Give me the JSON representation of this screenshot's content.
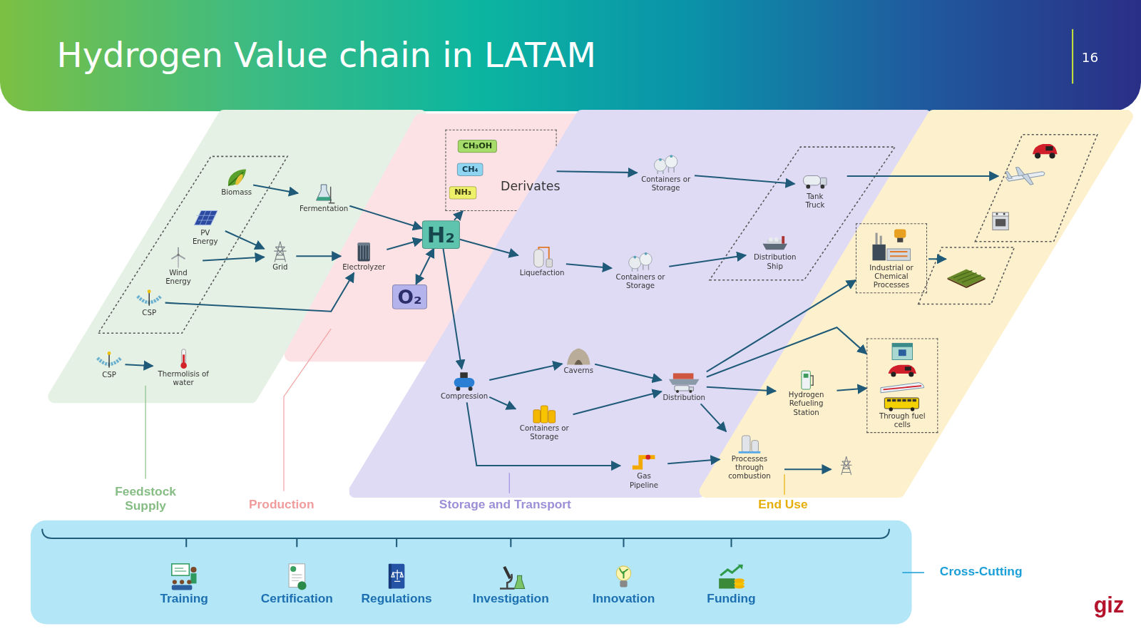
{
  "diagram": {
    "title": "Hydrogen Value chain in LATAM",
    "nodes": [
      {
        "text": [
          "Feedstock Supply"
        ]
      },
      {
        "text": [
          "Production"
        ]
      },
      {
        "text": [
          "Storage and Transport"
        ]
      },
      {
        "text": [
          "End Use"
        ]
      },
      {
        "text": [
          "Biomass"
        ],
        "in": 0
      },
      {
        "text": [
          "PV Energy"
        ],
        "in": 0
      },
      {
        "text": [
          "Wind Energy"
        ],
        "in": 0
      },
      {
        "text": [
          "CSP"
        ],
        "in": 0
      },
      {
        "text": [
          "CSP"
        ],
        "in": 0
      },
      {
        "text": [
          "Thermolisis of water"
        ],
        "in": 0
      },
      {
        "text": [
          "Fermentation"
        ],
        "in": 0
      },
      {
        "text": [
          "Grid"
        ],
        "in": 0
      },
      {
        "text": [
          "Electrolyzer"
        ],
        "in": 1
      },
      {
        "text": [
          "H₂"
        ],
        "in": 1
      },
      {
        "text": [
          "O₂"
        ],
        "in": 1
      },
      {
        "text": [
          "Derivates"
        ],
        "in": 1
      },
      {
        "text": [
          "CH₃OH"
        ],
        "in": 15
      },
      {
        "text": [
          "CH₄"
        ],
        "in": 15
      },
      {
        "text": [
          "NH₃"
        ],
        "in": 15
      },
      {
        "text": [
          "Containers or Storage"
        ],
        "in": 2
      },
      {
        "text": [
          "Liquefaction"
        ],
        "in": 2
      },
      {
        "text": [
          "Containers or Storage"
        ],
        "in": 2
      },
      {
        "text": [
          "Compression"
        ],
        "in": 2
      },
      {
        "text": [
          "Caverns"
        ],
        "in": 2
      },
      {
        "text": [
          "Containers or Storage"
        ],
        "in": 2
      },
      {
        "text": [
          "Gas Pipeline"
        ],
        "in": 2
      },
      {
        "text": [
          "Distribution"
        ],
        "in": 2
      },
      {
        "text": [
          "Tank Truck"
        ],
        "in": 2
      },
      {
        "text": [
          "Distribution Ship"
        ],
        "in": 2
      },
      {
        "text": [
          "Industrial or Chemical Processes"
        ],
        "in": 3
      },
      {
        "text": [
          "Hydrogen Refueling Station"
        ],
        "in": 3
      },
      {
        "text": [
          "Through fuel cells"
        ],
        "in": 3
      },
      {
        "text": [
          "Processes through combustion"
        ],
        "in": 3
      },
      {
        "text": [
          "Cross-Cutting"
        ]
      },
      {
        "text": [
          "Training"
        ],
        "in": 33
      },
      {
        "text": [
          "Certification"
        ],
        "in": 33
      },
      {
        "text": [
          "Regulations"
        ],
        "in": 33
      },
      {
        "text": [
          "Investigation"
        ],
        "in": 33
      },
      {
        "text": [
          "Innovation"
        ],
        "in": 33
      },
      {
        "text": [
          "Funding"
        ],
        "in": 33
      }
    ],
    "edges": [
      {
        "from": 4,
        "to": 10,
        "arrow": "to"
      },
      {
        "from": 5,
        "to": 11,
        "arrow": "to"
      },
      {
        "from": 6,
        "to": 11,
        "arrow": "to"
      },
      {
        "from": 7,
        "to": 12,
        "arrow": "to"
      },
      {
        "from": 10,
        "to": 13,
        "arrow": "to"
      },
      {
        "from": 11,
        "to": 12,
        "arrow": "to"
      },
      {
        "from": 12,
        "to": 13,
        "arrow": "to"
      },
      {
        "from": 13,
        "to": 14,
        "arrow": "both"
      },
      {
        "from": 13,
        "to": 15,
        "arrow": "to"
      },
      {
        "from": 13,
        "to": 20,
        "arrow": "to"
      },
      {
        "from": 13,
        "to": 22,
        "arrow": "to"
      },
      {
        "from": 15,
        "to": 19,
        "arrow": "to"
      },
      {
        "from": 20,
        "to": 21,
        "arrow": "to"
      },
      {
        "from": 22,
        "to": 23,
        "arrow": "to"
      },
      {
        "from": 22,
        "to": 24,
        "arrow": "to"
      },
      {
        "from": 22,
        "to": 25,
        "arrow": "to"
      },
      {
        "from": 19,
        "to": 27,
        "arrow": "to"
      },
      {
        "from": 21,
        "to": 28,
        "arrow": "to"
      },
      {
        "from": 23,
        "to": 26,
        "arrow": "to"
      },
      {
        "from": 24,
        "to": 26,
        "arrow": "to"
      },
      {
        "from": 25,
        "to": 32,
        "arrow": "to"
      },
      {
        "from": 26,
        "to": 29,
        "arrow": "to"
      },
      {
        "from": 26,
        "to": 30,
        "arrow": "to"
      },
      {
        "from": 26,
        "to": 31,
        "arrow": "to"
      },
      {
        "from": 26,
        "to": 32,
        "arrow": "to"
      },
      {
        "from": 30,
        "to": 31,
        "arrow": "to"
      },
      {
        "from": 8,
        "to": 9,
        "arrow": "to"
      }
    ],
    "labels": [
      "16",
      "giz"
    ]
  }
}
